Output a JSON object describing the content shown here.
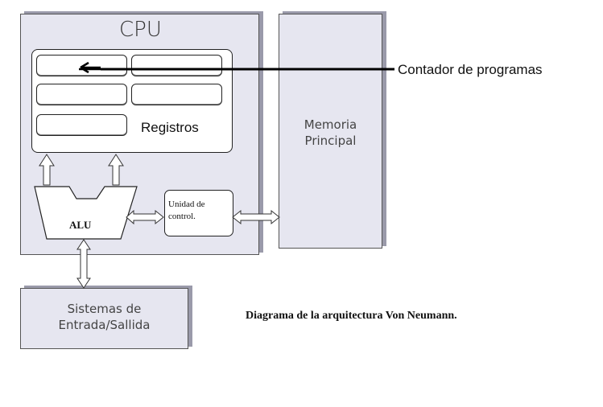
{
  "cpu": {
    "title": "CPU"
  },
  "registers": {
    "label": "Registros"
  },
  "alu": {
    "label": "ALU"
  },
  "control_unit": {
    "label": "Unidad de control."
  },
  "memory": {
    "label": "Memoria Principal"
  },
  "io": {
    "label": "Sistemas de Entrada/Sallida"
  },
  "program_counter": {
    "label": "Contador de programas"
  },
  "caption": "Diagrama de la arquitectura Von Neumann."
}
